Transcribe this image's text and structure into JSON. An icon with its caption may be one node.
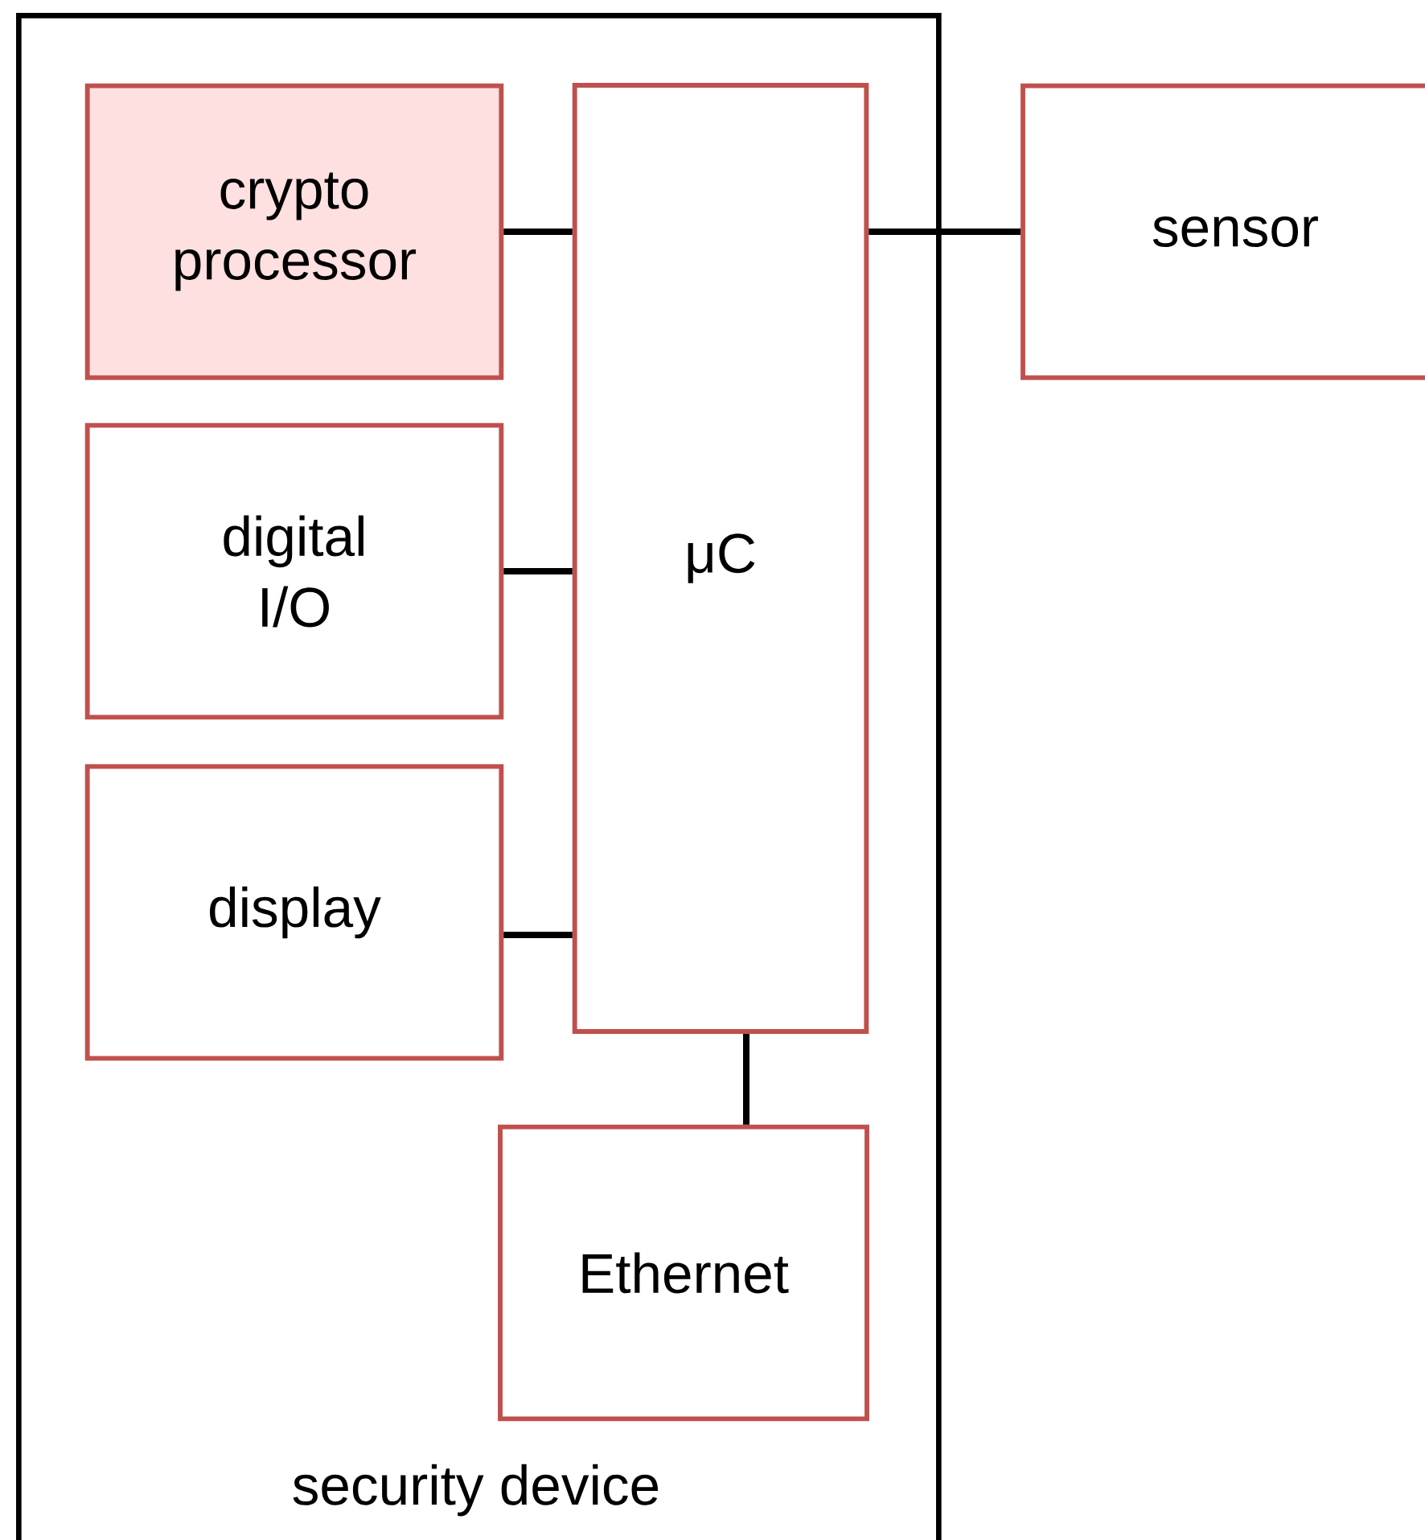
{
  "diagram": {
    "nodes": [
      {
        "text": [
          "security device"
        ]
      },
      {
        "text": [
          "crypto processor"
        ],
        "in": 0
      },
      {
        "text": [
          "μC"
        ],
        "in": 0
      },
      {
        "text": [
          "sensor"
        ]
      },
      {
        "text": [
          "digital I/O"
        ],
        "in": 0
      },
      {
        "text": [
          "display"
        ],
        "in": 0
      },
      {
        "text": [
          "Ethernet"
        ],
        "in": 0
      }
    ],
    "edges": [
      {
        "from": 1,
        "to": 2,
        "arrow": "none"
      },
      {
        "from": 2,
        "to": 3,
        "arrow": "none"
      },
      {
        "from": 4,
        "to": 2,
        "arrow": "none"
      },
      {
        "from": 5,
        "to": 2,
        "arrow": "none"
      },
      {
        "from": 2,
        "to": 6,
        "arrow": "none"
      }
    ]
  }
}
